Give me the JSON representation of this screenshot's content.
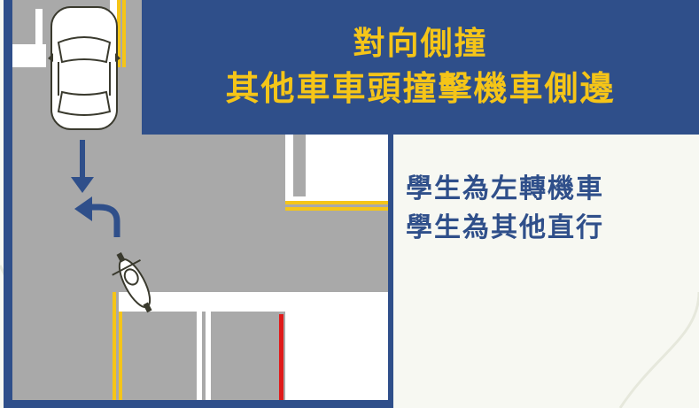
{
  "title": {
    "line1": "對向側撞",
    "line2": "其他車車頭撞擊機車側邊"
  },
  "notes": [
    "學生為左轉機車",
    "學生為其他直行"
  ],
  "scene": {
    "vehicles": [
      "car-icon",
      "motorcycle-icon"
    ],
    "arrows": [
      "arrow-down-icon",
      "arrow-turn-left-icon"
    ]
  },
  "colors": {
    "frame": "#2f4f8a",
    "title_text": "#f5c518",
    "road": "#a9a9a9",
    "lane_yellow": "#f5c518",
    "lane_red": "#e01a1a"
  }
}
